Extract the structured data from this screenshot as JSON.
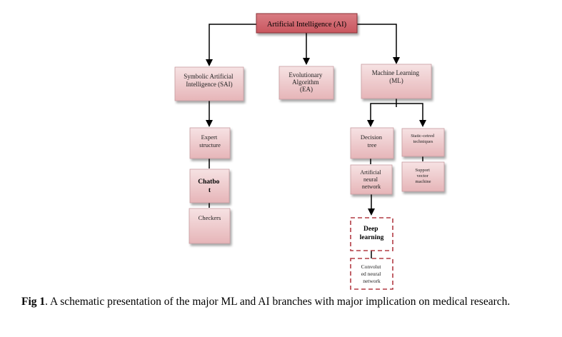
{
  "nodes": {
    "ai": {
      "lines": [
        "Artificial Intelligence (AI)"
      ]
    },
    "sai": {
      "lines": [
        "Symbolic Artificial",
        "Intelligence (SAI)"
      ]
    },
    "ea": {
      "lines": [
        "Evolutionary",
        "Algorithm",
        "(EA)"
      ]
    },
    "ml": {
      "lines": [
        "Machine Learning",
        "(ML)"
      ]
    },
    "expert": {
      "lines": [
        "Expert",
        "structure"
      ]
    },
    "chatbot": {
      "lines": [
        "Chatbo",
        "t"
      ]
    },
    "checkers": {
      "lines": [
        "Checkers"
      ]
    },
    "decision": {
      "lines": [
        "Decision",
        "tree"
      ]
    },
    "static": {
      "lines": [
        "Static-cetred",
        "techniques"
      ]
    },
    "ann": {
      "lines": [
        "Artificial",
        "neural",
        "network"
      ]
    },
    "svm": {
      "lines": [
        "Support",
        "vector",
        "machine"
      ]
    },
    "deep": {
      "lines": [
        "Deep",
        "learning"
      ]
    },
    "cnn": {
      "lines": [
        "Convolut",
        "ed neural",
        "network"
      ]
    }
  },
  "caption": {
    "label": "Fig 1",
    "text": ". A schematic presentation of the major ML and AI branches with major implication on medical research."
  }
}
